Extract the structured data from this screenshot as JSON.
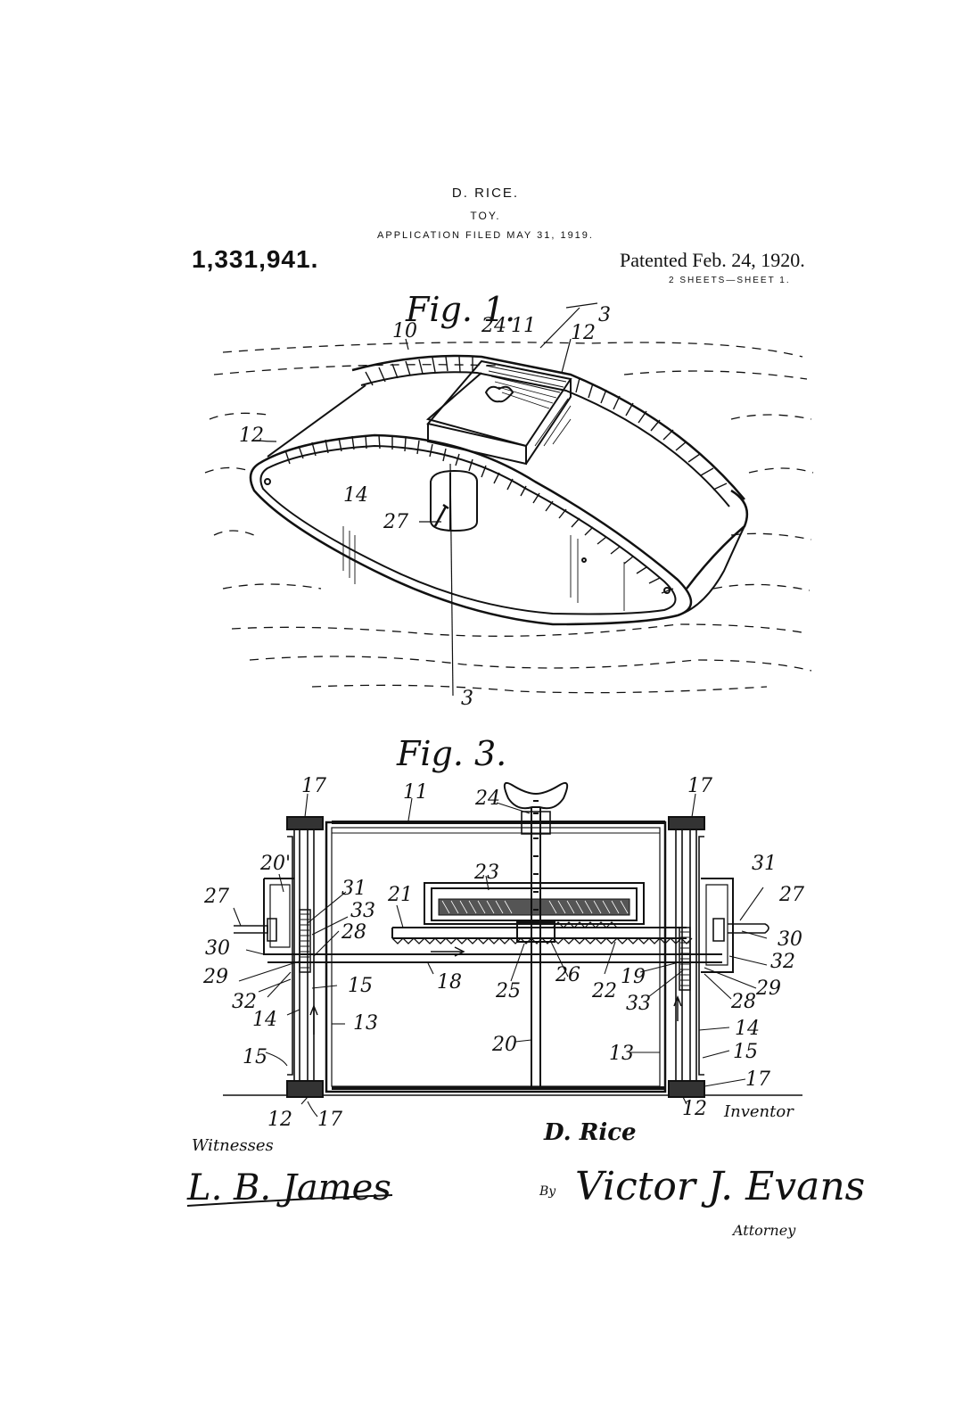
{
  "header": {
    "inventor_name": "D. RICE.",
    "title": "TOY.",
    "application_filed": "APPLICATION FILED MAY 31, 1919.",
    "patent_number": "1,331,941.",
    "patented_date": "Patented Feb. 24, 1920.",
    "sheets": "2 SHEETS—SHEET 1."
  },
  "fig1": {
    "label": "Fig. 1.",
    "refs": [
      "10",
      "24",
      "11",
      "12",
      "3",
      "12",
      "14",
      "27",
      "3"
    ]
  },
  "fig3": {
    "label": "Fig. 3.",
    "refs": [
      "17",
      "11",
      "24",
      "17",
      "23",
      "20'",
      "31",
      "21",
      "31",
      "27",
      "27",
      "33",
      "28",
      "30",
      "30",
      "29",
      "25",
      "26",
      "22",
      "19",
      "32",
      "18",
      "15",
      "33",
      "28",
      "29",
      "32",
      "14",
      "13",
      "13",
      "14",
      "20",
      "15",
      "15",
      "17",
      "12",
      "17",
      "12"
    ]
  },
  "signatures": {
    "witnesses_label": "Witnesses",
    "witness_name": "L. B. James",
    "inventor_label": "Inventor",
    "inventor_signature": "D. Rice",
    "by_label": "By",
    "attorney_signature": "Victor J. Evans",
    "attorney_label": "Attorney"
  }
}
